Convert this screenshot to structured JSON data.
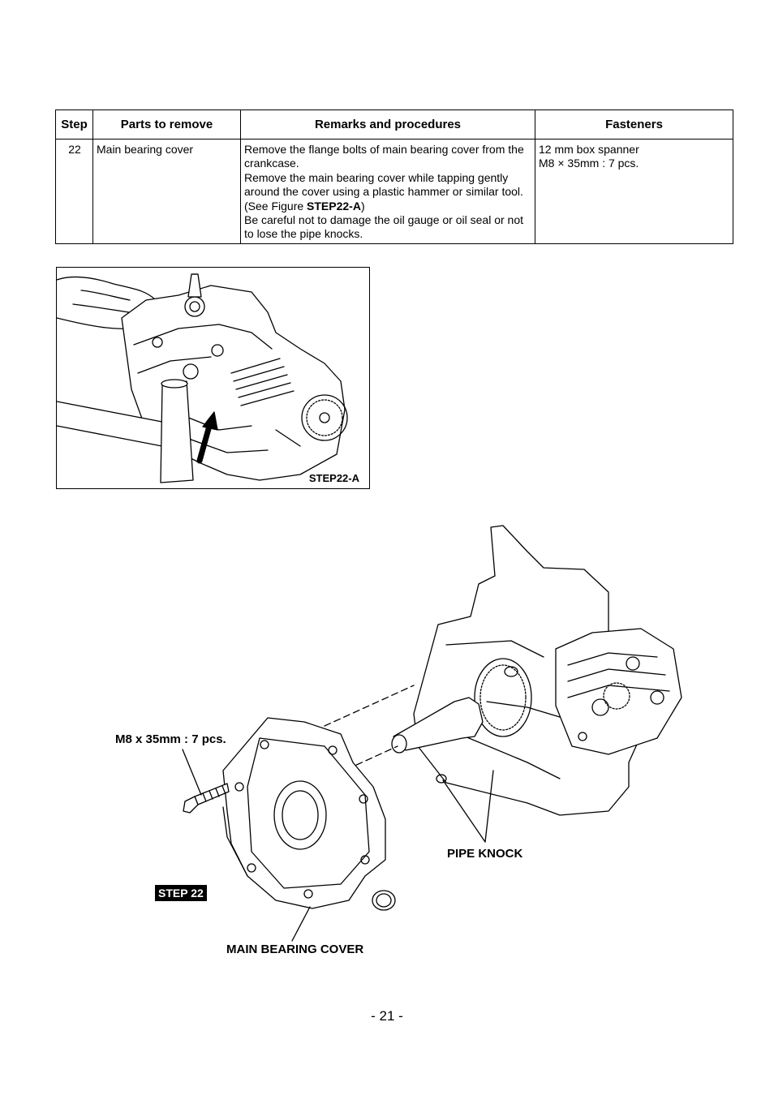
{
  "table": {
    "headers": {
      "step": "Step",
      "parts": "Parts to remove",
      "remarks": "Remarks and procedures",
      "fasteners": "Fasteners"
    },
    "row": {
      "step": "22",
      "parts": "Main bearing cover",
      "remarks": {
        "line1": "Remove the flange bolts of main bearing cover from the",
        "line2": "crankcase.",
        "line3": "Remove the main bearing cover while tapping gently",
        "line4": "around the cover using a plastic hammer or similar tool.",
        "line5_prefix": "(See Figure ",
        "line5_ref": "STEP22-A",
        "line5_suffix": ")",
        "line6": "Be careful not to damage the oil gauge or oil seal or not",
        "line7": "to lose the pipe knocks."
      },
      "fasteners": {
        "line1": "12 mm box spanner",
        "line2": "M8 × 35mm : 7 pcs."
      }
    }
  },
  "photo_figure": {
    "caption": "STEP22-A"
  },
  "diagram": {
    "bolt_label": "M8 x 35mm : 7 pcs.",
    "pipe_knock_label": "PIPE KNOCK",
    "cover_label": "MAIN BEARING COVER",
    "step_badge": "STEP 22"
  },
  "page": {
    "number": "- 21 -"
  }
}
